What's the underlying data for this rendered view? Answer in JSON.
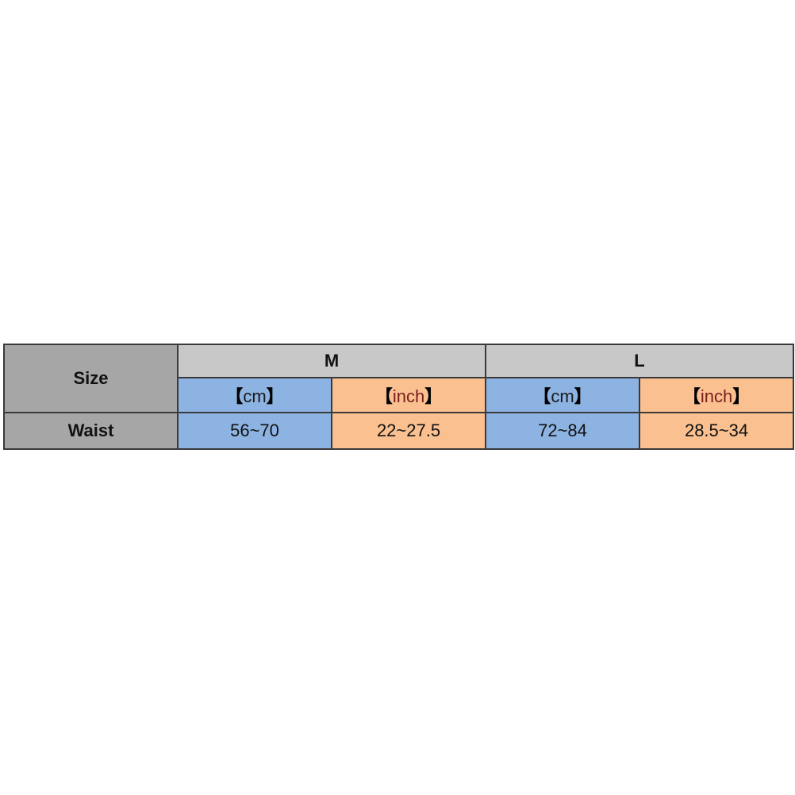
{
  "table": {
    "size_label": "Size",
    "waist_label": "Waist",
    "sizes": [
      {
        "name": "M",
        "units": [
          {
            "open": "【",
            "unit": "cm",
            "close": "】",
            "waist": "56~70"
          },
          {
            "open": "【",
            "unit": "inch",
            "close": "】",
            "waist": "22~27.5"
          }
        ]
      },
      {
        "name": "L",
        "units": [
          {
            "open": "【",
            "unit": "cm",
            "close": "】",
            "waist": "72~84"
          },
          {
            "open": "【",
            "unit": "inch",
            "close": "】",
            "waist": "28.5~34"
          }
        ]
      }
    ]
  },
  "colors": {
    "header_gray": "#a6a6a6",
    "size_group_gray": "#c8c8c8",
    "cm_blue": "#8db3e2",
    "inch_orange": "#fac090",
    "border": "#3a3a3a"
  }
}
